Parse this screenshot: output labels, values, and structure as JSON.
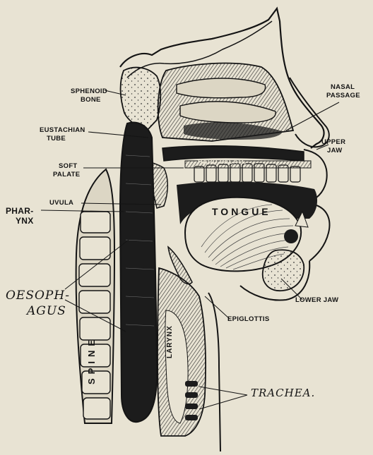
{
  "labels": {
    "sphenoid_line1": "SPHENOID",
    "sphenoid_line2": "BONE",
    "eustachian_line1": "EUSTACHIAN",
    "eustachian_line2": "TUBE",
    "soft_palate_line1": "SOFT",
    "soft_palate_line2": "PALATE",
    "uvula": "UVULA",
    "pharynx_line1": "PHAR-",
    "pharynx_line2": "YNX",
    "oesophagus_line1": "OESOPH-",
    "oesophagus_line2": "AGUS",
    "nasal_line1": "NASAL",
    "nasal_line2": "PASSAGE",
    "upper_jaw_line1": "UPPER",
    "upper_jaw_line2": "JAW",
    "hard_palate": "HARD PALATE",
    "tongue": "TONGUE",
    "lower_jaw": "LOWER JAW",
    "epiglottis": "EPIGLOTTIS",
    "larynx": "LARYNX",
    "spine": "SPINE",
    "trachea": "TRACHEA."
  },
  "colors": {
    "paper": "#e8e3d3",
    "ink": "#141414",
    "bone": "#dcd6c4",
    "dark_cavity": "#1c1c1c"
  }
}
